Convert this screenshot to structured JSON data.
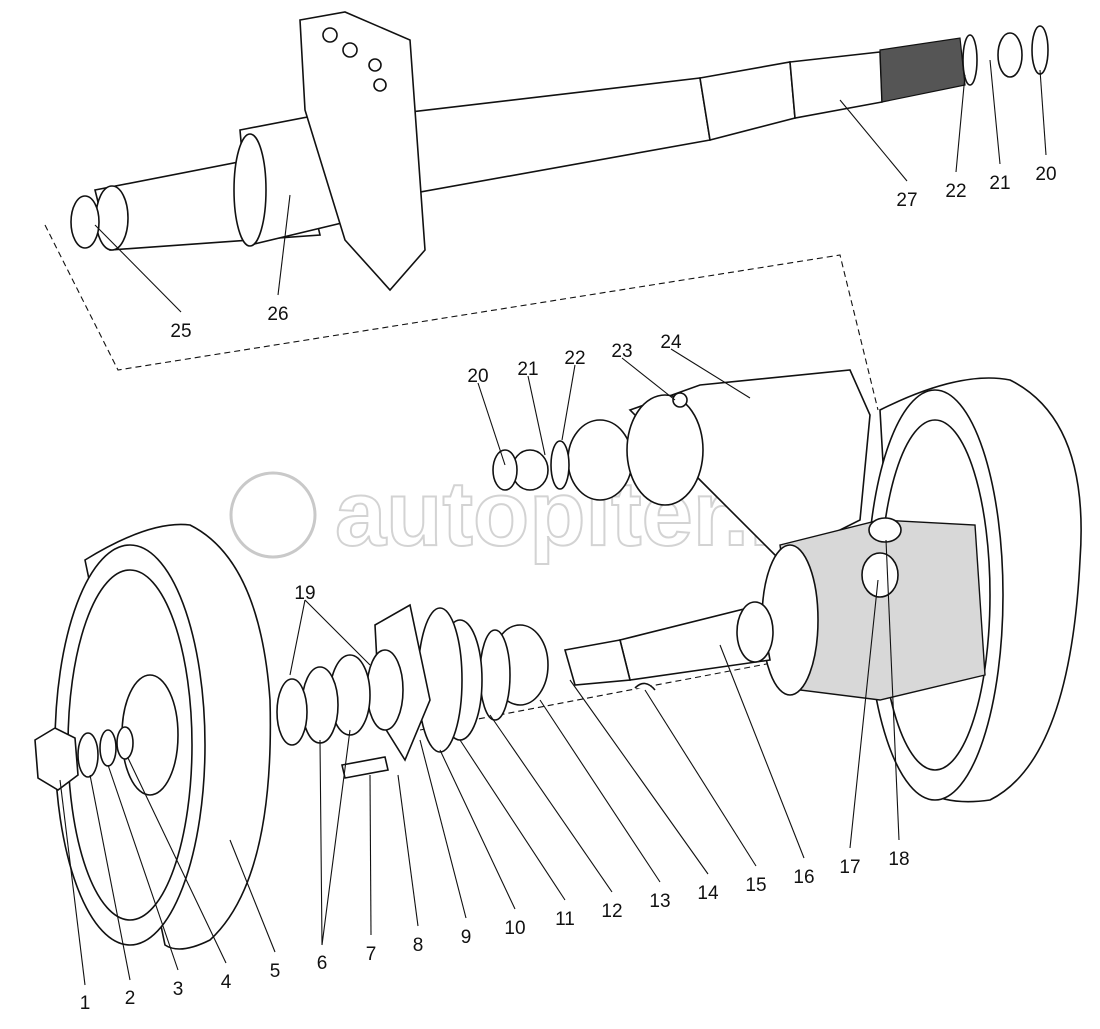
{
  "diagram": {
    "title": "Exploded view: wheel axle / pivot shaft assembly",
    "watermark": "autopiter.ru",
    "callouts": [
      "1",
      "2",
      "3",
      "4",
      "5",
      "6",
      "7",
      "8",
      "9",
      "10",
      "11",
      "12",
      "13",
      "14",
      "15",
      "16",
      "17",
      "18",
      "19",
      "20",
      "21",
      "22",
      "23",
      "24",
      "25",
      "26",
      "27"
    ],
    "upper_callouts": [
      "20",
      "21",
      "22"
    ]
  }
}
